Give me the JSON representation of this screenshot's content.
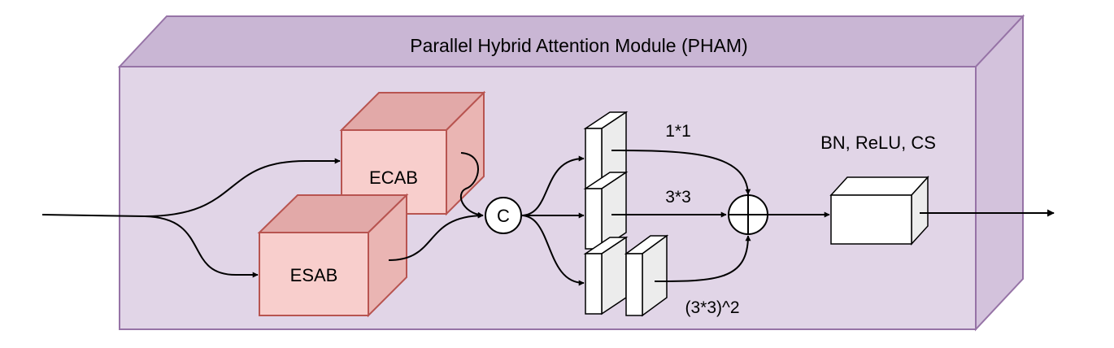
{
  "title": "Parallel Hybrid Attention Module (PHAM)",
  "blocks": {
    "ecab": "ECAB",
    "esab": "ESAB",
    "concat": "C"
  },
  "branches": {
    "conv1": "1*1",
    "conv3": "3*3",
    "conv33sq": "(3*3)^2"
  },
  "post": "BN, ReLU, CS",
  "colors": {
    "module_face": "#e1d5e7",
    "module_top": "#c9b6d4",
    "module_side": "#d3c2dc",
    "module_stroke": "#9673a6",
    "block_face": "#f8cecc",
    "block_top": "#e2a9a8",
    "block_side": "#eab5b3",
    "block_stroke": "#b85450"
  }
}
